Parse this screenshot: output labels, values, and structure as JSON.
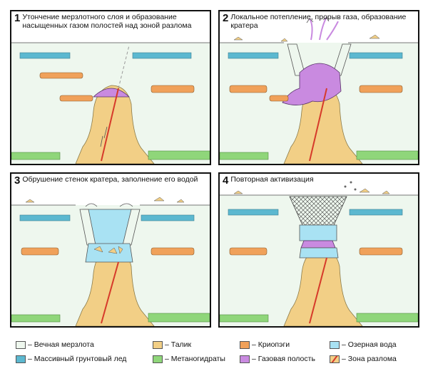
{
  "panels": [
    {
      "number": "1",
      "title": "Утончение мерзлотного слоя и образование насыщенных газом полостей над зоной разлома"
    },
    {
      "number": "2",
      "title": "Локальное потепление, прорыв газа, образование кратера"
    },
    {
      "number": "3",
      "title": "Обрушение стенок кратера, заполнение его водой"
    },
    {
      "number": "4",
      "title": "Повторная активизация"
    }
  ],
  "colors": {
    "permafrost": "#eef7ee",
    "talik": "#f2cf86",
    "cryopeg": "#f0a15a",
    "lake_water": "#a9e2f3",
    "ground_ice": "#5cb8d0",
    "methane_hydrate": "#8fd67a",
    "gas_cavity": "#c98ae0",
    "fault": "#d63a2a"
  },
  "legend": [
    {
      "key": "permafrost",
      "label": "– Вечная мерзлота"
    },
    {
      "key": "talik",
      "label": "– Талик"
    },
    {
      "key": "cryopeg",
      "label": "– Криопэги"
    },
    {
      "key": "lake_water",
      "label": "– Озерная вода"
    },
    {
      "key": "ground_ice",
      "label": "– Массивный грунтовый лед"
    },
    {
      "key": "methane_hydrate",
      "label": "– Метаногидраты"
    },
    {
      "key": "gas_cavity",
      "label": "– Газовая полость"
    },
    {
      "key": "fault",
      "label": "– Зона разлома"
    }
  ]
}
